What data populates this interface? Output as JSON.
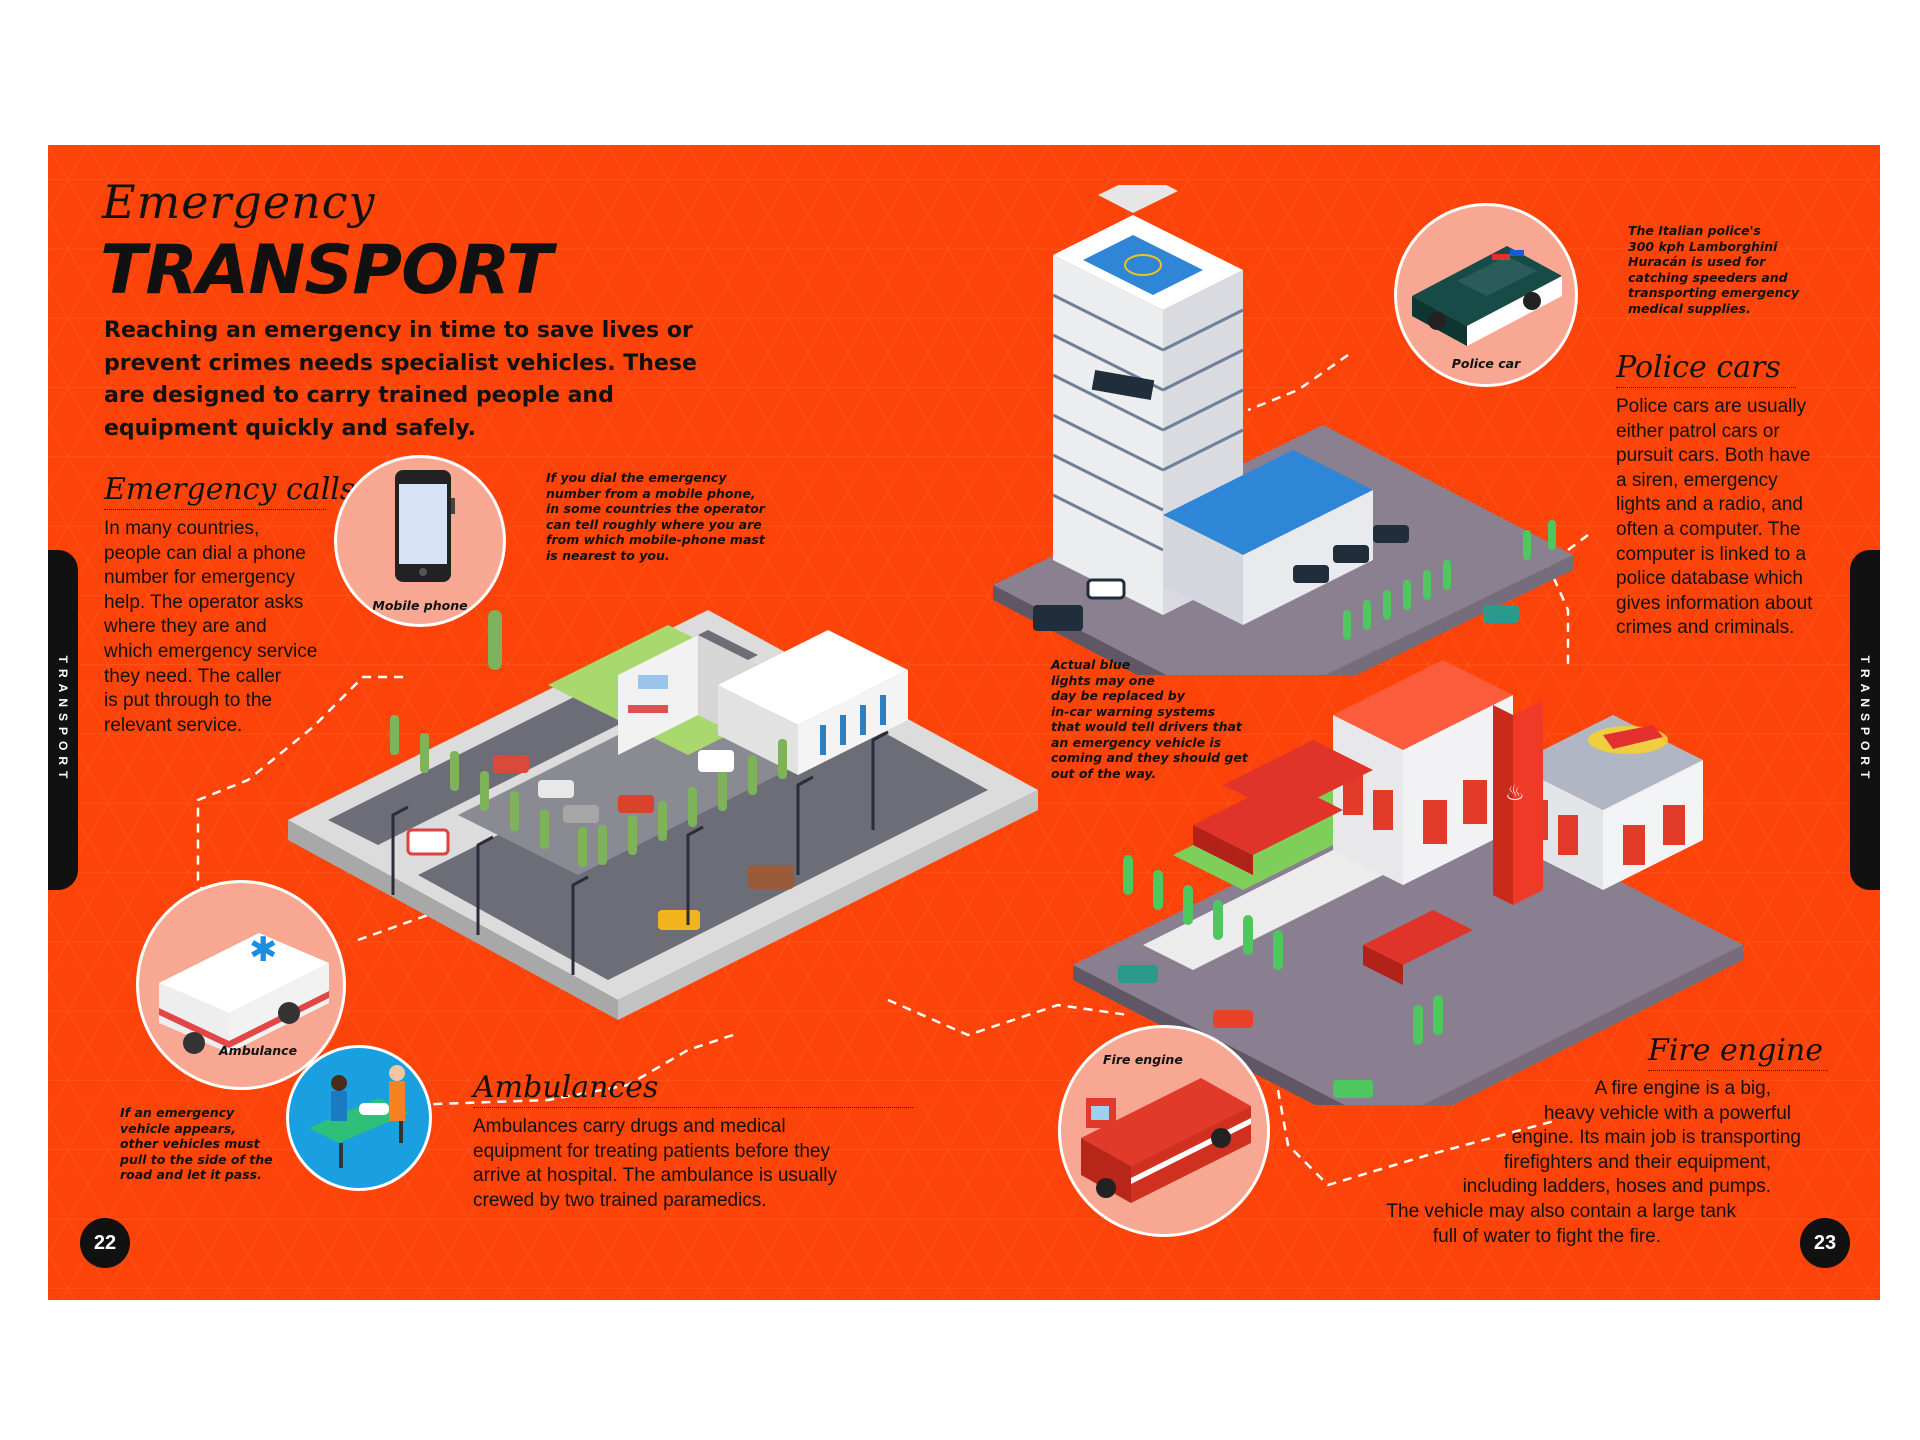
{
  "title": {
    "script": "Emergency",
    "main": "TRANSPORT"
  },
  "intro": "Reaching an emergency in time to save lives or prevent crimes needs specialist vehicles. These are designed to carry trained people and equipment quickly and safely.",
  "sections": {
    "calls": {
      "heading": "Emergency calls",
      "lines": [
        "In many countries,",
        "people can dial a phone",
        "number for emergency",
        "help. The operator asks",
        "where they are and",
        "which emergency service",
        "they need. The caller",
        "is put through to the",
        "relevant service."
      ]
    },
    "ambulances": {
      "heading": "Ambulances",
      "lines": [
        "Ambulances carry drugs and medical",
        "equipment for treating patients before they",
        "arrive at hospital. The ambulance is usually",
        "crewed by two trained paramedics."
      ]
    },
    "police": {
      "heading": "Police cars",
      "lines": [
        "Police cars are usually",
        "either patrol cars or",
        "pursuit cars. Both have",
        "a siren, emergency",
        "lights and a radio, and",
        "often a computer. The",
        "computer is linked to a",
        "police database which",
        "gives information about",
        "crimes and criminals."
      ]
    },
    "fire": {
      "heading": "Fire engine",
      "lines": [
        "A fire engine is a big,",
        "heavy vehicle with a powerful",
        "engine. Its main job is transporting",
        "firefighters and their equipment,",
        "including ladders, hoses and pumps.",
        "The vehicle may also contain a large tank",
        "full of water to fight the fire."
      ]
    }
  },
  "notes": {
    "phone": [
      "If you dial the emergency",
      "number from a mobile phone,",
      "in some countries the operator",
      "can tell roughly where you are",
      "from which mobile-phone mast",
      "is nearest to you."
    ],
    "blue_lights": [
      "Actual blue",
      "lights may one",
      "day be replaced by",
      "in-car warning systems",
      "that would tell drivers that",
      "an emergency vehicle is",
      "coming and they should get",
      "out of the way."
    ],
    "pull_over": [
      "If an emergency",
      "vehicle appears,",
      "other vehicles must",
      "pull to the side of the",
      "road and let it pass."
    ],
    "lamborghini": [
      "The Italian police's",
      "300 kph Lamborghini",
      "Huracán is used for",
      "catching speeders and",
      "transporting emergency",
      "medical supplies."
    ]
  },
  "labels": {
    "mobile_phone": "Mobile phone",
    "ambulance": "Ambulance",
    "police_car": "Police car",
    "fire_engine": "Fire engine"
  },
  "side_tab": "TRANSPORT",
  "pages": {
    "left": "22",
    "right": "23"
  },
  "colors": {
    "background": "#fc4309",
    "circle": "#f7a792",
    "text": "#111111",
    "paramedic_circle": "#1a9fe0"
  }
}
